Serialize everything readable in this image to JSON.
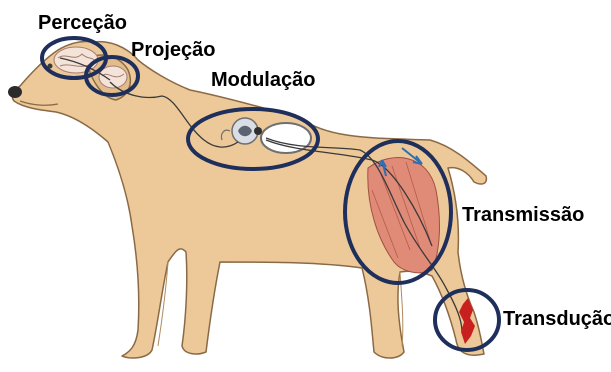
{
  "labels": {
    "perception": "Perceção",
    "projection": "Projeção",
    "modulation": "Modulação",
    "transmission": "Transmissão",
    "transduction": "Transdução"
  },
  "colors": {
    "body_fill": "#EDC99A",
    "body_outline": "#8A6A45",
    "ring": "#1F2F5C",
    "nerve": "#3A3A3A",
    "muscle": "#E08A78",
    "receptor": "#C8201E",
    "arrow": "#2E6FB3",
    "brain": "#F3E3D8"
  }
}
